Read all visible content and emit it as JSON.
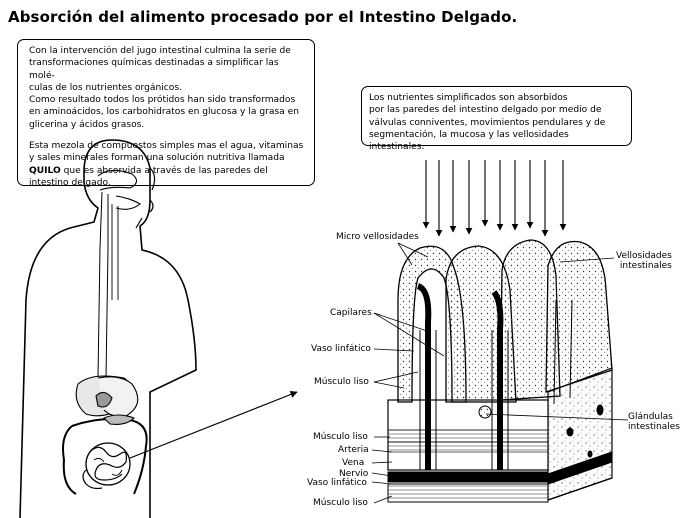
{
  "title": "Absorción del alimento procesado por el Intestino Delgado.",
  "box_left": {
    "paragraph_1": "Con la intervención del jugo intestinal culmina la serie de\ntransformaciones químicas destinadas a simplificar las molé-\nculas de los nutrientes orgánicos.\nComo resultado todos los prótidos han sido transformados\nen aminoácidos, los carbohidratos en glucosa y la grasa en\nglicerina y ácidos grasos.",
    "paragraph_2_a": "Esta mezola de compuestos simples mas el agua, vitaminas\ny sales minerales forman una solución nutritiva llamada",
    "quilo": "QUILO",
    "paragraph_2_b": " que es absorvida a través de las paredes del\nintestino  delgado."
  },
  "box_right": {
    "text": "Los nutrientes simplificados son absorbidos\npor las paredes del intestino delgado por medio de\nválvulas conniventes, movimientos pendulares y de\nsegmentación, la mucosa y las vellosidades intestinales."
  },
  "labels": {
    "micro_vellosidades": "Micro vellosidades",
    "vellosidades": "Vellosidades\nintestinales",
    "capilares": "Capilares",
    "vaso_linfatico": "Vaso linfático",
    "musculo_liso_1": "Músculo liso",
    "glandulas": "Glándulas\nintestinales",
    "musculo_liso_2": "Músculo liso",
    "arteria": "Arteria",
    "vena": "Vena",
    "nervio": "Nervio",
    "vaso_linfatico_2": "Vaso linfático",
    "musculo_liso_3": "Músculo liso"
  }
}
